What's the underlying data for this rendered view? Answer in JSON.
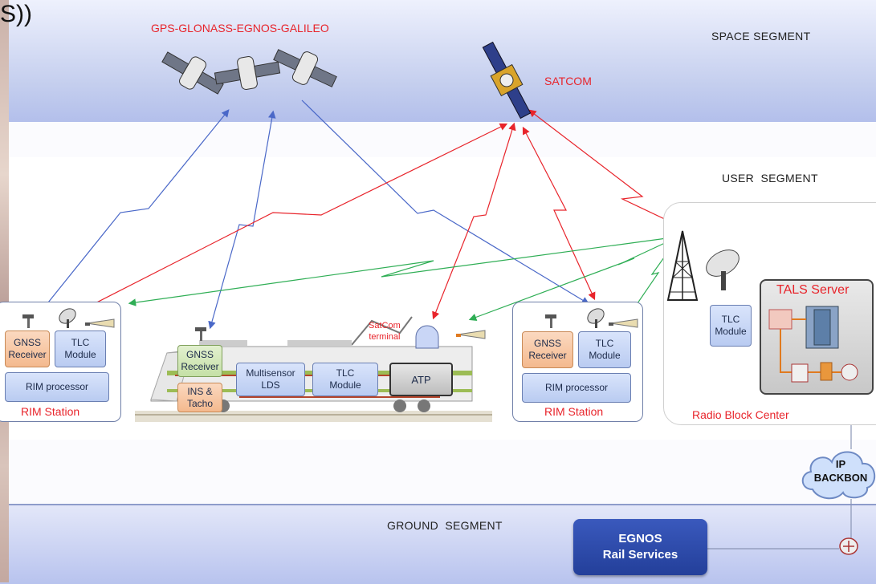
{
  "segments": {
    "space": "SPACE SEGMENT",
    "user": "USER  SEGMENT",
    "ground": "GROUND  SEGMENT"
  },
  "corner_text": "S))",
  "constellation_label": "GPS-GLONASS-EGNOS-GALILEO",
  "satcom_label": "SATCOM",
  "rim_left": {
    "gnss": "GNSS\nReceiver",
    "tlc": "TLC\nModule",
    "processor": "RIM processor",
    "title": "RIM Station"
  },
  "rim_right": {
    "gnss": "GNSS\nReceiver",
    "tlc": "TLC\nModule",
    "processor": "RIM processor",
    "title": "RIM Station"
  },
  "train": {
    "gnss": "GNSS\nReceiver",
    "ins": "INS &\nTacho",
    "lds": "Multisensor\nLDS",
    "tlc": "TLC\nModule",
    "atp": "ATP",
    "satcom_terminal": "SatCom\nterminal"
  },
  "rbc": {
    "tlc": "TLC\nModule",
    "tals_server": "TALS Server",
    "title": "Radio Block Center"
  },
  "ip_backbone": "IP\nBACKBON",
  "egnos_rail": "EGNOS\nRail Services",
  "colors": {
    "band": "#b9c5ee",
    "red_link": "#e8242b",
    "blue_link": "#4a68c8",
    "green_link": "#2fae55",
    "egnos_box": "#2b48a8"
  }
}
